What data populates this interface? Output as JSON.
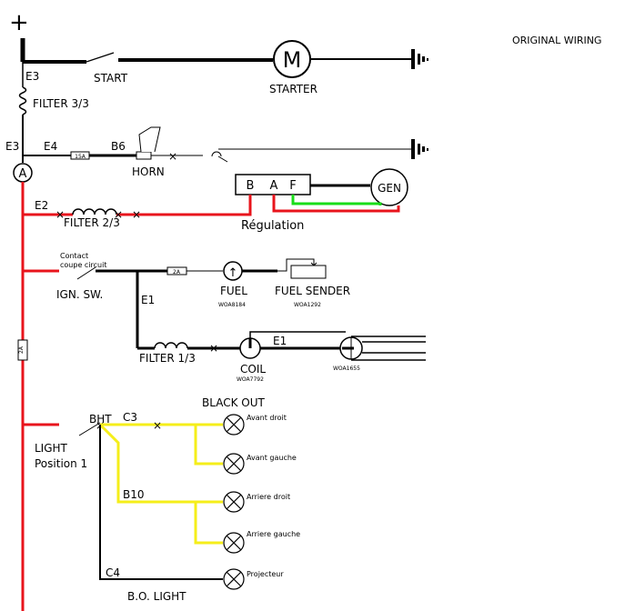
{
  "title": "ORIGINAL WIRING",
  "symbols": {
    "positive": "+",
    "ammeter": "A",
    "motor": "M"
  },
  "components": {
    "starter": "STARTER",
    "start": "START",
    "filter_33": "FILTER 3/3",
    "horn": "HORN",
    "gen": "GEN",
    "regulator": {
      "caption": "Régulation",
      "terminals": [
        "B",
        "A",
        "F"
      ]
    },
    "filter_23": "FILTER 2/3",
    "ign_contact_1": "Contact",
    "ign_contact_2": "coupe circuit",
    "ign_sw": "IGN. SW.",
    "fuel_gauge": "FUEL",
    "fuel_gauge_ref": "WOA8184",
    "fuel_sender": "FUEL SENDER",
    "fuel_sender_ref": "WOA1292",
    "filter_13": "FILTER 1/3",
    "coil": "COIL",
    "coil_ref": "WOA7792",
    "dist_ref": "WOA1655",
    "black_out": "BLACK OUT",
    "light_switch": "LIGHT",
    "light_position": "Position 1",
    "bht": "BHT",
    "bo_light": "B.O. LIGHT"
  },
  "wires": {
    "e3_top": "E3",
    "e3_mid": "E3",
    "e4": "E4",
    "b6": "B6",
    "e2": "E2",
    "e1_vertical": "E1",
    "e1_coil": "E1",
    "c3": "C3",
    "b10": "B10",
    "c4": "C4"
  },
  "fuses": {
    "f15": "15A",
    "f2_fuel": "2A",
    "f2_main": "2A"
  },
  "lamps": {
    "avant_droit": "Avant droit",
    "avant_gauche": "Avant gauche",
    "arriere_droit": "Arriere droit",
    "arriere_gauche": "Arriere gauche",
    "projecteur": "Projecteur"
  },
  "colors": {
    "power": "#e8141c",
    "lighting": "#f5ee1a",
    "field": "#19dd19",
    "wire": "#000000"
  }
}
